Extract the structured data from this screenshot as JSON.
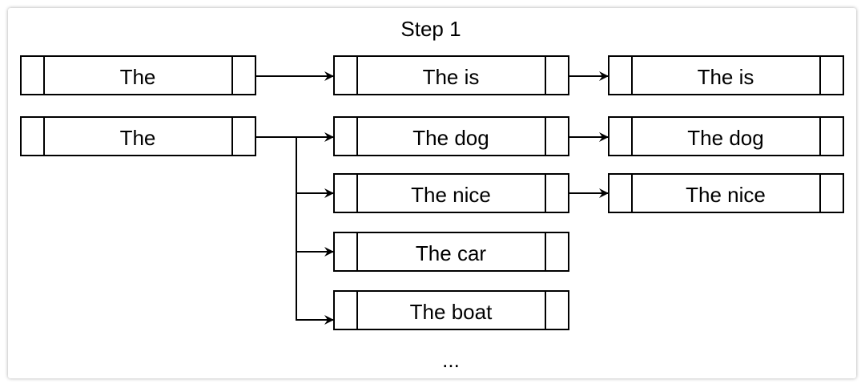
{
  "title": "Step 1",
  "ellipsis": "...",
  "boxes": {
    "b1": "The",
    "b2": "The is",
    "b3": "The is",
    "b4": "The",
    "b5": "The dog",
    "b6": "The dog",
    "b7": "The nice",
    "b8": "The nice",
    "b9": "The car",
    "b10": "The boat"
  }
}
